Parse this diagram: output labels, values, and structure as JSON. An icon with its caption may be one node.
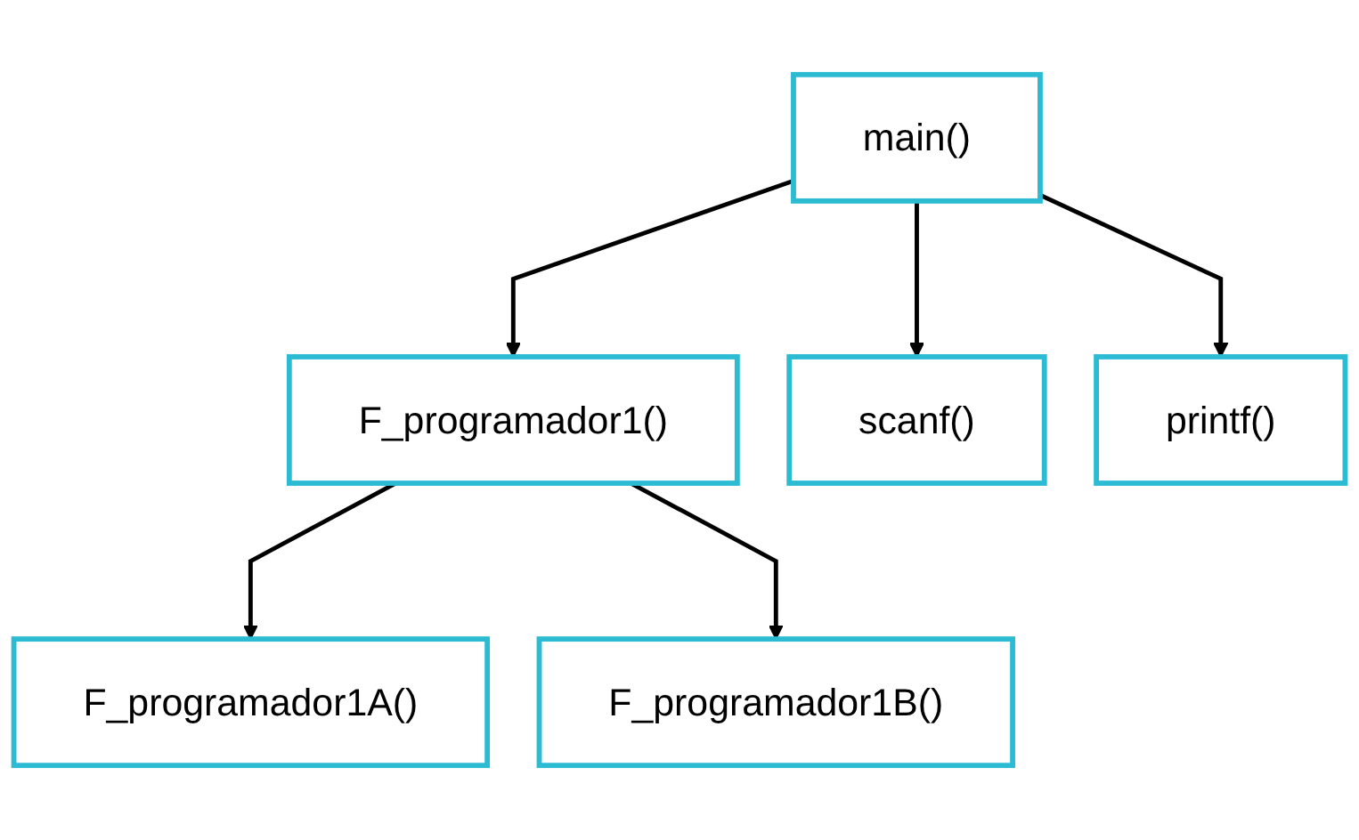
{
  "diagram": {
    "nodes": [
      {
        "text": [
          "main()"
        ]
      },
      {
        "text": [
          "F_programador1()"
        ]
      },
      {
        "text": [
          "scanf()"
        ]
      },
      {
        "text": [
          "printf()"
        ]
      },
      {
        "text": [
          "F_programador1A()"
        ]
      },
      {
        "text": [
          "F_programador1B()"
        ]
      }
    ],
    "edges": [
      {
        "from": 0,
        "to": 1,
        "arrow": "to"
      },
      {
        "from": 0,
        "to": 2,
        "arrow": "to"
      },
      {
        "from": 0,
        "to": 3,
        "arrow": "to"
      },
      {
        "from": 1,
        "to": 4,
        "arrow": "to"
      },
      {
        "from": 1,
        "to": 5,
        "arrow": "to"
      }
    ]
  }
}
